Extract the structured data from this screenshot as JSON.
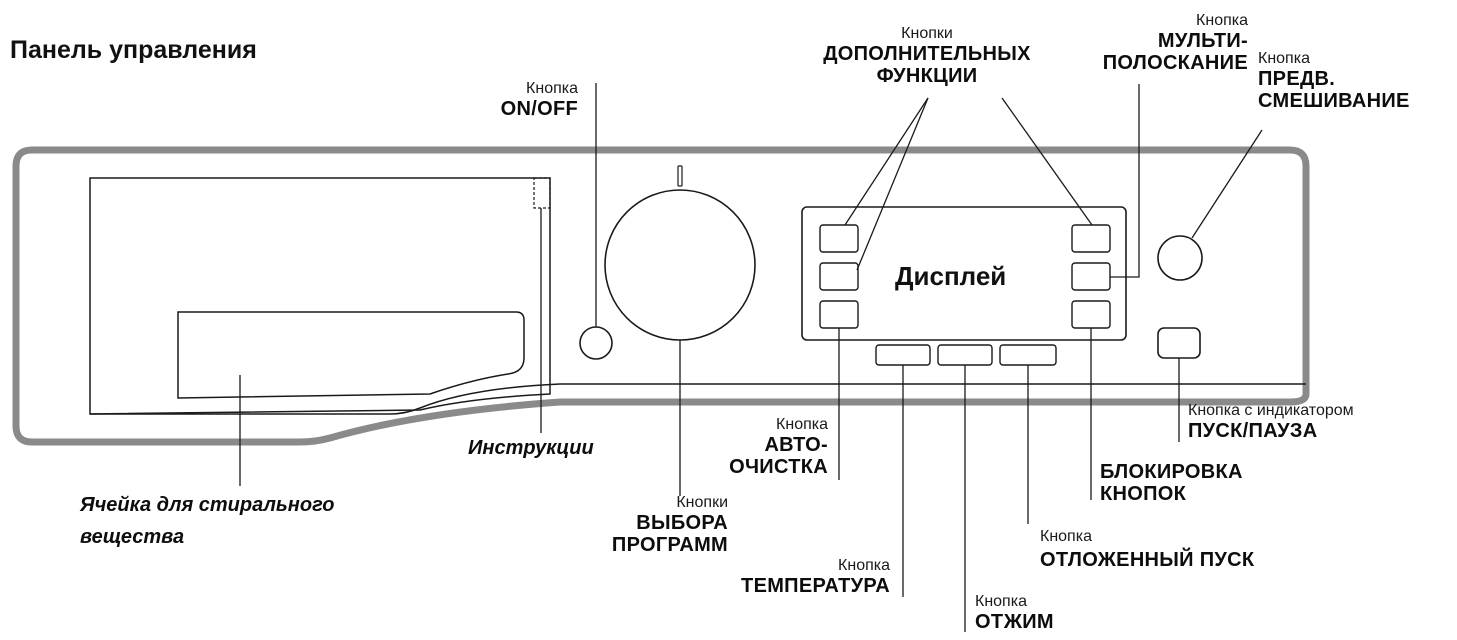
{
  "title": "Панель управления",
  "display_label": "Дисплей",
  "labels": {
    "onoff": {
      "small": "Кнопка",
      "big": "ON/OFF"
    },
    "extra": {
      "small": "Кнопки",
      "big1": "ДОПОЛНИТЕЛЬНЫХ",
      "big2": "ФУНКЦИИ"
    },
    "multi": {
      "small": "Кнопка",
      "big1": "МУЛЬТИ-",
      "big2": "ПОЛОСКАНИЕ"
    },
    "premix": {
      "small": "Кнопка",
      "big1": "ПРЕДВ.",
      "big2": "СМЕШИВАНИЕ"
    },
    "instructions": "Инструкции",
    "detergent": {
      "line1": "Ячейка для стирального",
      "line2": "вещества"
    },
    "autoclean": {
      "small": "Кнопка",
      "big1": "АВТО-",
      "big2": "ОЧИСТКА"
    },
    "programs": {
      "small": "Кнопки",
      "big1": "ВЫБОРА",
      "big2": "ПРОГРАММ"
    },
    "temperature": {
      "small": "Кнопка",
      "big": "ТЕМПЕРАТУРА"
    },
    "spin": {
      "small": "Кнопка",
      "big": "ОТЖИМ"
    },
    "delay": {
      "small": "Кнопка",
      "big": "ОТЛОЖЕННЫЙ ПУСК"
    },
    "lock": {
      "big1": "БЛОКИРОВКА",
      "big2": "КНОПОК"
    },
    "startpause": {
      "small": "Кнопка с индикатором",
      "big": "ПУСК/ПАУЗА"
    }
  },
  "colors": {
    "panel_outline": "#8a8a8a",
    "lines": "#1a1a1a",
    "background": "#ffffff"
  }
}
